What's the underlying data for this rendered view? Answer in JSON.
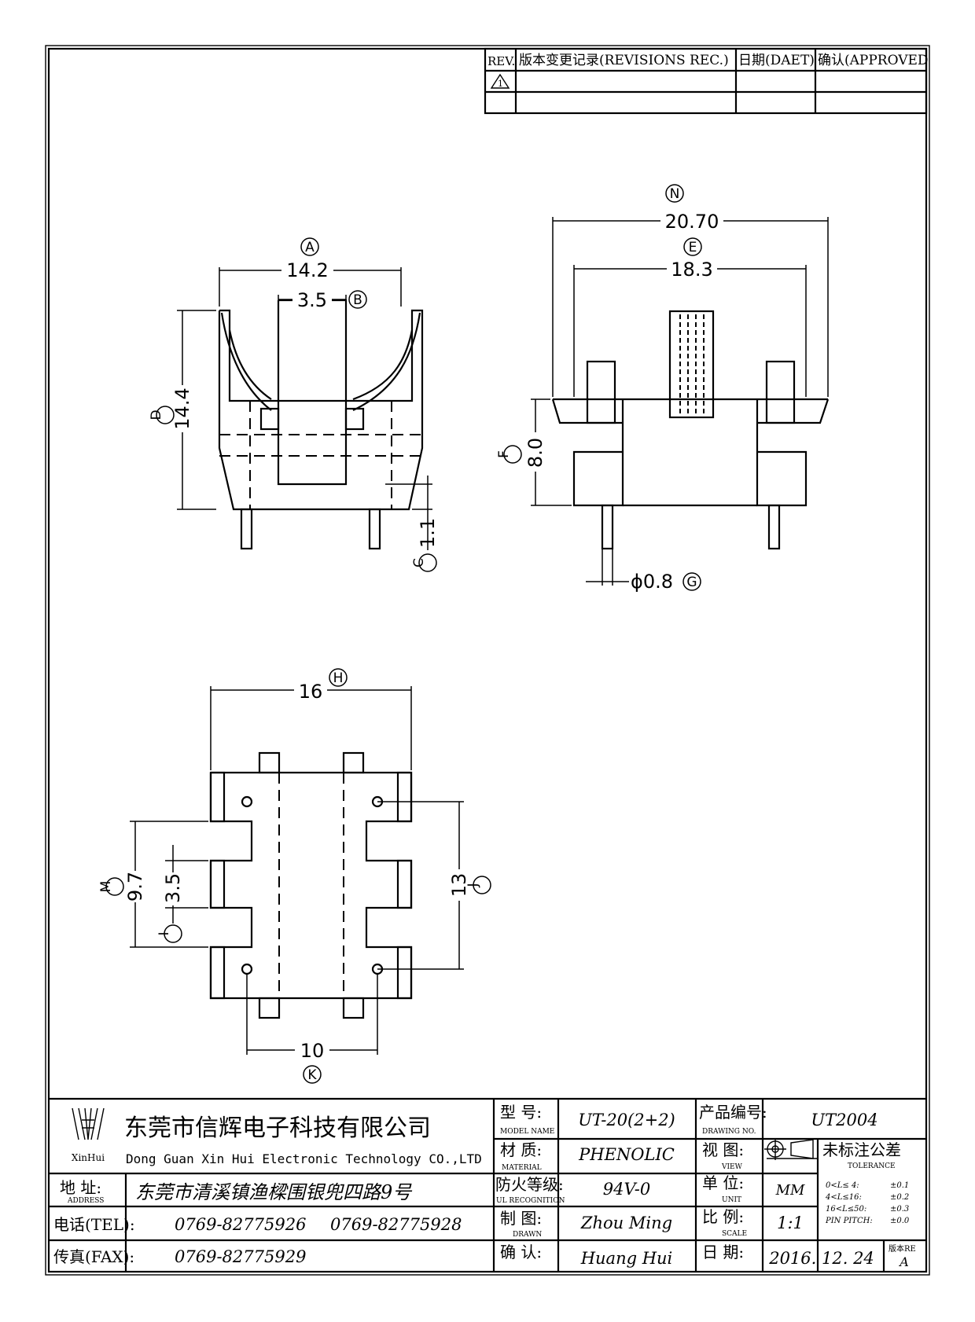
{
  "revision_table": {
    "rev_header": "REV.",
    "record_header": "版本变更记录(REVISIONS REC.)",
    "date_header": "日期(DAET)",
    "approved_header": "确认(APPROVED",
    "rev_mark": "1"
  },
  "dimensions": {
    "A": {
      "letter": "A",
      "value": "14.2"
    },
    "B": {
      "letter": "B",
      "value": "3.5"
    },
    "C": {
      "letter": "C",
      "value": "1.1"
    },
    "D": {
      "letter": "D",
      "value": "14.4"
    },
    "E": {
      "letter": "E",
      "value": "18.3"
    },
    "F": {
      "letter": "F",
      "value": "8.0"
    },
    "G": {
      "letter": "G",
      "value": "ϕ0.8"
    },
    "H": {
      "letter": "H",
      "value": "16"
    },
    "I": {
      "letter": "I",
      "value": "3.5"
    },
    "J": {
      "letter": "J",
      "value": "13"
    },
    "K": {
      "letter": "K",
      "value": "10"
    },
    "M": {
      "letter": "M",
      "value": "9.7"
    },
    "N": {
      "letter": "N",
      "value": "20.70"
    }
  },
  "title_block": {
    "logo_text": "XinHui",
    "company_cn": "东莞市信辉电子科技有限公司",
    "company_en": "Dong Guan Xin Hui Electronic Technology CO.,LTD",
    "address_label": "地  址:",
    "address_label_en": "ADDRESS",
    "address": "东莞市清溪镇渔樑围银兜四路9号",
    "tel_label": "电话(TEL):",
    "tel_1": "0769-82775926",
    "tel_2": "0769-82775928",
    "fax_label": "传真(FAX):",
    "fax": "0769-82775929",
    "model_label": "型  号:",
    "model_label_en": "MODEL NAME",
    "model": "UT-20(2+2)",
    "material_label": "材  质:",
    "material_label_en": "MATERIAL",
    "material": "PHENOLIC",
    "ul_label": "防火等级:",
    "ul_label_en": "UL RECOGNITION",
    "ul": "94V-0",
    "drawn_label": "制  图:",
    "drawn_label_en": "DRAWN",
    "drawn": "Zhou Ming",
    "confirm_label": "确  认:",
    "confirm": "Huang Hui",
    "drawing_no_label": "产品编号:",
    "drawing_no_label_en": "DRAWING NO.",
    "drawing_no": "UT2004",
    "view_label": "视  图:",
    "view_label_en": "VIEW",
    "unit_label": "单  位:",
    "unit_label_en": "UNIT",
    "unit": "MM",
    "scale_label": "比  例:",
    "scale_label_en": "SCALE",
    "scale": "1:1",
    "date_label": "日  期:",
    "date": "2016. 12. 24",
    "tolerance_title": "未标注公差",
    "tolerance_en": "TOLERANCE",
    "tolerances": [
      {
        "range": "0<L≤ 4:",
        "tol": "±0.1"
      },
      {
        "range": "4<L≤16:",
        "tol": "±0.2"
      },
      {
        "range": "16<L≤50:",
        "tol": "±0.3"
      },
      {
        "range": "PIN PITCH:",
        "tol": "±0.0"
      }
    ],
    "version_label": "版本RE",
    "version": "A"
  }
}
